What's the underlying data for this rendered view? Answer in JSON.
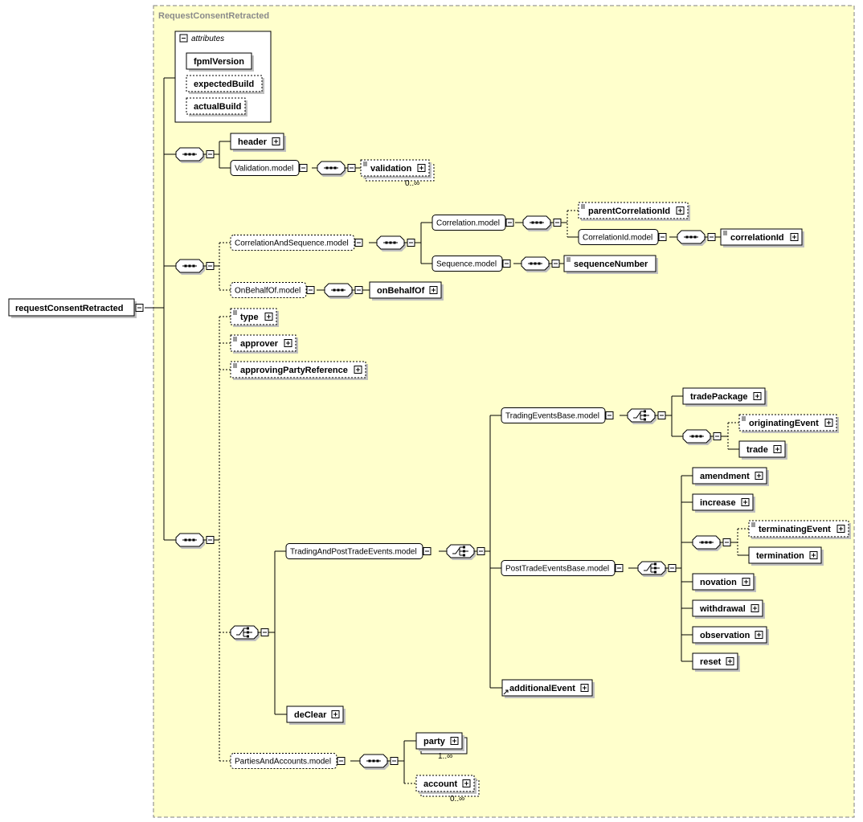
{
  "type_name": "RequestConsentRetracted",
  "root_element": "requestConsentRetracted",
  "attributes": {
    "title": "attributes",
    "items": [
      "fpmlVersion",
      "expectedBuild",
      "actualBuild"
    ]
  },
  "elements": {
    "header": "header",
    "validation": "validation",
    "parentCorrelationId": "parentCorrelationId",
    "correlationId": "correlationId",
    "sequenceNumber": "sequenceNumber",
    "onBehalfOf": "onBehalfOf",
    "type": "type",
    "approver": "approver",
    "approvingPartyReference": "approvingPartyReference",
    "tradePackage": "tradePackage",
    "originatingEvent": "originatingEvent",
    "trade": "trade",
    "amendment": "amendment",
    "increase": "increase",
    "terminatingEvent": "terminatingEvent",
    "termination": "termination",
    "novation": "novation",
    "withdrawal": "withdrawal",
    "observation": "observation",
    "reset": "reset",
    "additionalEvent": "additionalEvent",
    "deClear": "deClear",
    "party": "party",
    "account": "account"
  },
  "groups": {
    "validationModel": "Validation.model",
    "correlationAndSequenceModel": "CorrelationAndSequence.model",
    "correlationModel": "Correlation.model",
    "correlationIdModel": "CorrelationId.model",
    "sequenceModel": "Sequence.model",
    "onBehalfOfModel": "OnBehalfOf.model",
    "tradingAndPostTradeEventsModel": "TradingAndPostTradeEvents.model",
    "tradingEventsBaseModel": "TradingEventsBase.model",
    "postTradeEventsBaseModel": "PostTradeEventsBase.model",
    "partiesAndAccountsModel": "PartiesAndAccounts.model"
  },
  "cardinalities": {
    "validation": "0..∞",
    "party": "1..∞",
    "account": "0..∞"
  },
  "colors": {
    "type_background": "#ffffcc",
    "type_border": "#808080",
    "type_title": "#8a8a8a",
    "box_fill": "#ffffff",
    "shadow": "#c0c0c0",
    "line": "#000000"
  }
}
